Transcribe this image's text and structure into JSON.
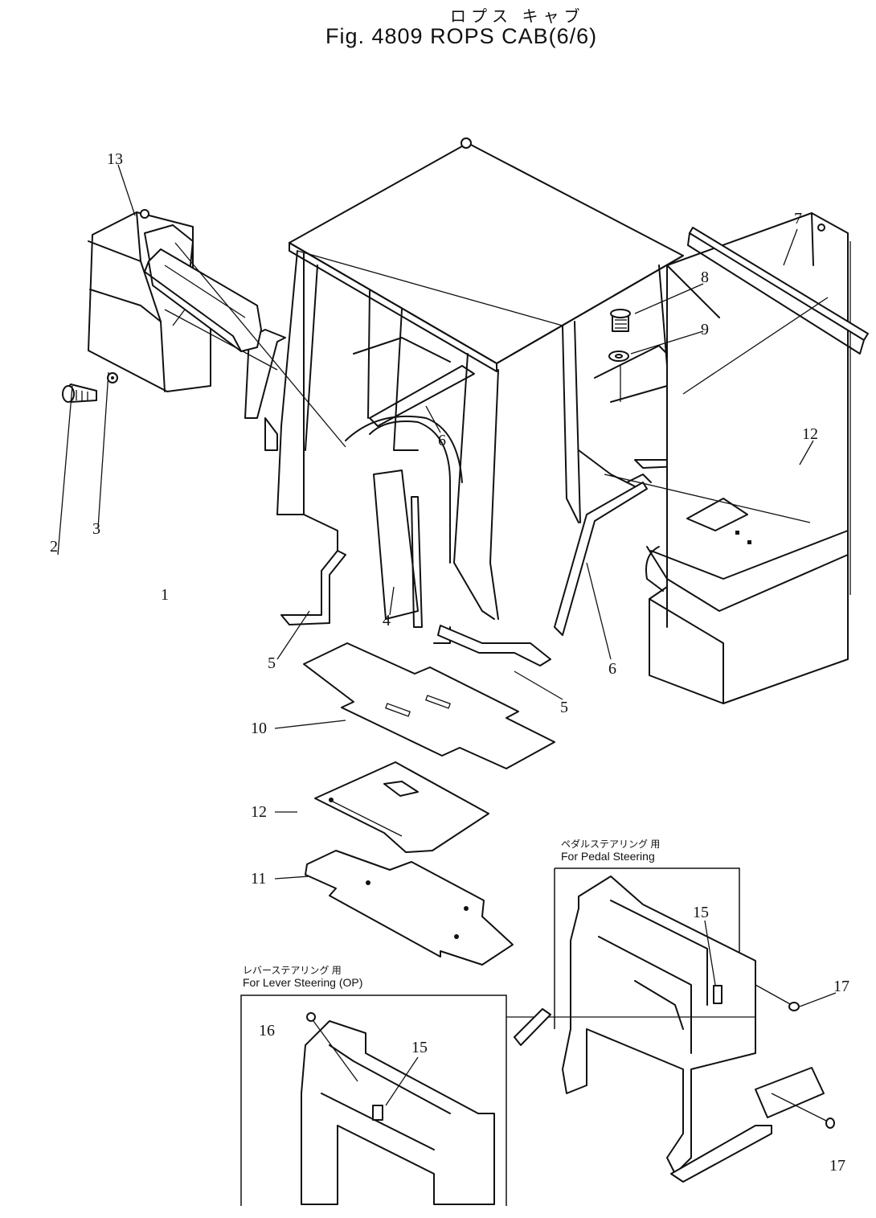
{
  "header": {
    "subtitle_jp": "ロプス キャブ",
    "title": "Fig. 4809 ROPS CAB(6/6)"
  },
  "callouts": {
    "n1": "1",
    "n2": "2",
    "n3": "3",
    "n4": "4",
    "n5a": "5",
    "n5b": "5",
    "n6a": "6",
    "n6b": "6",
    "n7": "7",
    "n8": "8",
    "n9": "9",
    "n10": "10",
    "n11": "11",
    "n12a": "12",
    "n12b": "12",
    "n13": "13",
    "n15a": "15",
    "n15b": "15",
    "n16": "16",
    "n17a": "17",
    "n17b": "17"
  },
  "insets": {
    "pedal": {
      "caption_jp": "ペダルステアリング 用",
      "caption": "For Pedal Steering"
    },
    "lever": {
      "caption_jp": "レバーステアリング 用",
      "caption": "For Lever Steering (OP)"
    }
  }
}
